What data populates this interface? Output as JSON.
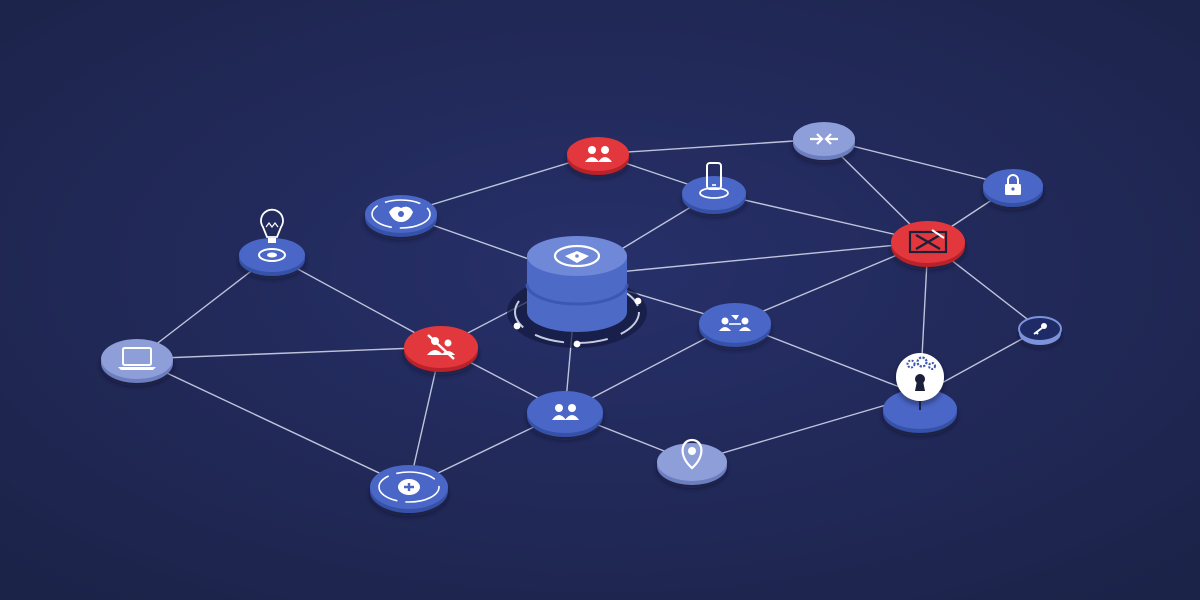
{
  "theme": {
    "background": "#1f2753",
    "edge": "#d9def2",
    "node_blue": "#4a67c7",
    "node_blue_light": "#7c93dc",
    "node_lavender": "#8e9ed8",
    "node_red": "#e2383d",
    "node_white": "#ffffff",
    "hub_top": "#6f88d8",
    "hub_side": "#4d6ac7",
    "ring": "#121a3f"
  },
  "diagram": {
    "type": "network-topology",
    "center": "db-hub",
    "nodes": [
      {
        "id": "db-hub",
        "kind": "database",
        "icon": "database-icon"
      },
      {
        "id": "lightbulb",
        "kind": "blue",
        "icon": "lightbulb-icon"
      },
      {
        "id": "laptop",
        "kind": "lavender",
        "icon": "laptop-icon"
      },
      {
        "id": "plus",
        "kind": "blue",
        "icon": "plus-icon"
      },
      {
        "id": "red-center",
        "kind": "red",
        "icon": "blocked-users-icon"
      },
      {
        "id": "shield",
        "kind": "blue",
        "icon": "shield-icon"
      },
      {
        "id": "red-users",
        "kind": "red",
        "icon": "users-icon"
      },
      {
        "id": "phone",
        "kind": "blue",
        "icon": "phone-icon"
      },
      {
        "id": "arrows",
        "kind": "lavender",
        "icon": "arrows-icon"
      },
      {
        "id": "lock",
        "kind": "blue",
        "icon": "lock-icon"
      },
      {
        "id": "red-x",
        "kind": "red",
        "icon": "x-box-icon"
      },
      {
        "id": "key",
        "kind": "blue-dark",
        "icon": "key-icon"
      },
      {
        "id": "team",
        "kind": "blue",
        "icon": "team-icon"
      },
      {
        "id": "users-bottom",
        "kind": "blue",
        "icon": "users-icon"
      },
      {
        "id": "pin",
        "kind": "lavender",
        "icon": "location-pin-icon"
      },
      {
        "id": "keyhole",
        "kind": "blue",
        "icon": "keyhole-gear-icon"
      }
    ],
    "edges": [
      [
        "lightbulb",
        "laptop"
      ],
      [
        "lightbulb",
        "red-center"
      ],
      [
        "laptop",
        "red-center"
      ],
      [
        "laptop",
        "plus"
      ],
      [
        "plus",
        "red-center"
      ],
      [
        "plus",
        "users-bottom"
      ],
      [
        "red-center",
        "users-bottom"
      ],
      [
        "red-center",
        "db-hub"
      ],
      [
        "shield",
        "red-users"
      ],
      [
        "shield",
        "db-hub"
      ],
      [
        "red-users",
        "phone"
      ],
      [
        "red-users",
        "arrows"
      ],
      [
        "phone",
        "db-hub"
      ],
      [
        "phone",
        "red-x"
      ],
      [
        "arrows",
        "lock"
      ],
      [
        "arrows",
        "red-x"
      ],
      [
        "lock",
        "red-x"
      ],
      [
        "db-hub",
        "red-x"
      ],
      [
        "db-hub",
        "users-bottom"
      ],
      [
        "db-hub",
        "team"
      ],
      [
        "team",
        "red-x"
      ],
      [
        "team",
        "users-bottom"
      ],
      [
        "team",
        "keyhole"
      ],
      [
        "users-bottom",
        "pin"
      ],
      [
        "pin",
        "keyhole"
      ],
      [
        "red-x",
        "keyhole"
      ],
      [
        "red-x",
        "key"
      ],
      [
        "key",
        "keyhole"
      ]
    ]
  }
}
